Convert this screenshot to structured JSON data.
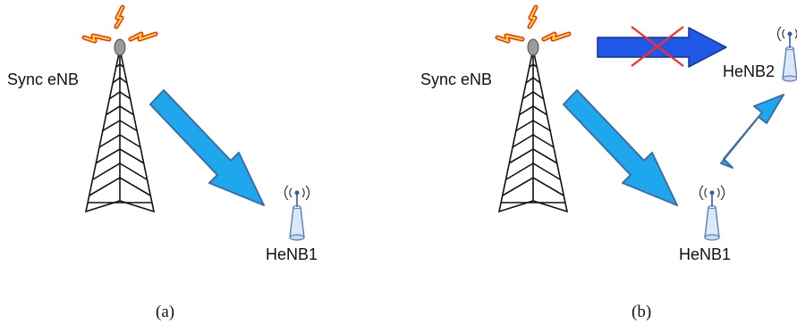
{
  "colors": {
    "arrow_fill": "#1ea7ec",
    "arrow_stroke": "#3b6fa6",
    "blue_arrow_fill": "#1f58e6",
    "tower": "#111111",
    "spark_outer": "#ff2a00",
    "spark_inner": "#ffe14a",
    "cross": "#ff2a2a",
    "henb_fill": "#dce8f7",
    "henb_stroke": "#5a7fb8"
  },
  "icons": [
    "tower-icon",
    "henb-icon",
    "signal-waves-icon",
    "lightning-icon"
  ],
  "panel_a": {
    "enb_label": "Sync eNB",
    "henb_label": "HeNB1",
    "caption": "(a)"
  },
  "panel_b": {
    "enb_label": "Sync eNB",
    "henb1_label": "HeNB1",
    "henb2_label": "HeNB2",
    "caption": "(b)"
  }
}
